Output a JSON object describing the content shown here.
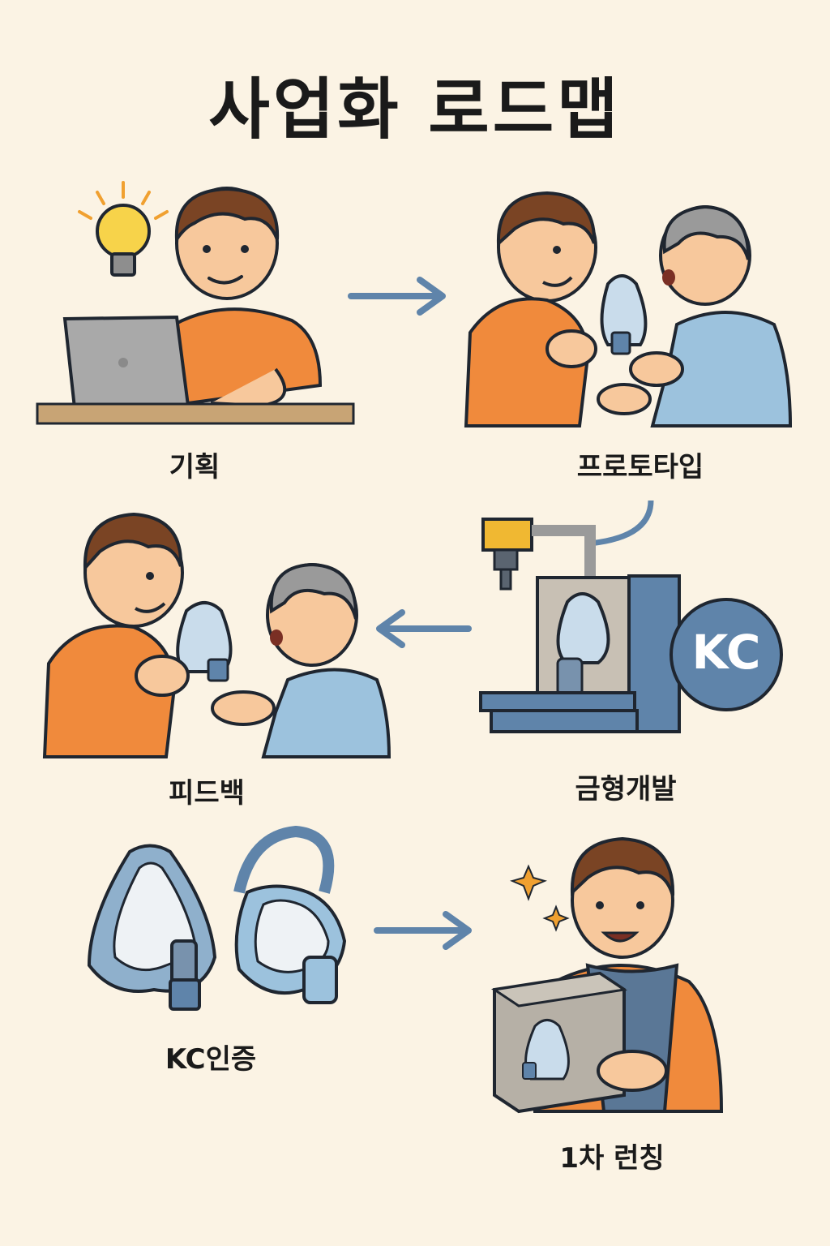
{
  "title": "사업화 로드맵",
  "steps": [
    {
      "label": "기획",
      "icon": "lightbulb-laptop-icon"
    },
    {
      "label": "프로토타입",
      "icon": "prototype-mask-icon"
    },
    {
      "label": "피드백",
      "icon": "feedback-icon"
    },
    {
      "label": "금형개발",
      "icon": "mold-machine-icon"
    },
    {
      "label": "KC인증",
      "icon": "kc-certified-masks-icon"
    },
    {
      "label": "1차 런칭",
      "icon": "launch-box-icon"
    }
  ],
  "kc_badge": "KC",
  "colors": {
    "background": "#fbf3e4",
    "orange": "#f08a3c",
    "blue": "#5f84aa",
    "outline": "#1f2630"
  }
}
